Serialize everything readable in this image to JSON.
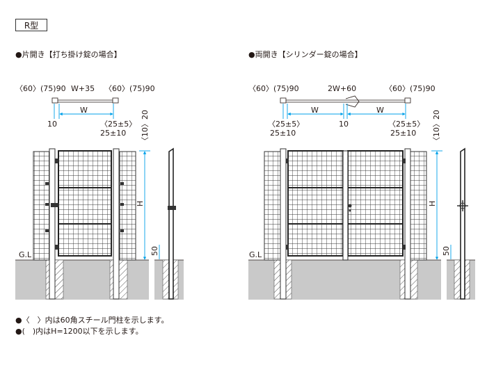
{
  "type_label": "R型",
  "left": {
    "heading": "●片開き【打ち掛け錠の場合】",
    "dim_top_left": "〈60〉(75)90",
    "dim_top_center": "W+35",
    "dim_top_right": "〈60〉(75)90",
    "dim_w": "W",
    "dim_10": "10",
    "dim_gap_a": "〈25±5〉",
    "dim_gap_b": "25±10",
    "dim_top_gap": "〈10〉20",
    "dim_h": "H",
    "dim_50": "50",
    "gl_label": "G.L"
  },
  "right": {
    "heading": "●両開き【シリンダー錠の場合】",
    "dim_top_left": "〈60〉(75)90",
    "dim_top_center": "2W+60",
    "dim_top_right": "〈60〉(75)90",
    "dim_w1": "W",
    "dim_w2": "W",
    "dim_10": "10",
    "dim_gap_left_a": "〈25±5〉",
    "dim_gap_left_b": "25±10",
    "dim_gap_right_a": "〈25±5〉",
    "dim_gap_right_b": "25±10",
    "dim_top_gap": "〈10〉20",
    "dim_h": "H",
    "dim_50": "50",
    "gl_label": "G.L"
  },
  "notes": [
    "●〈　〉内は60角スチール門柱を示します。",
    "●(　)内はH=1200以下を示します。"
  ],
  "colors": {
    "dimension_line": "#00a0e9",
    "ground": "#c9c9c9",
    "line": "#231815"
  }
}
